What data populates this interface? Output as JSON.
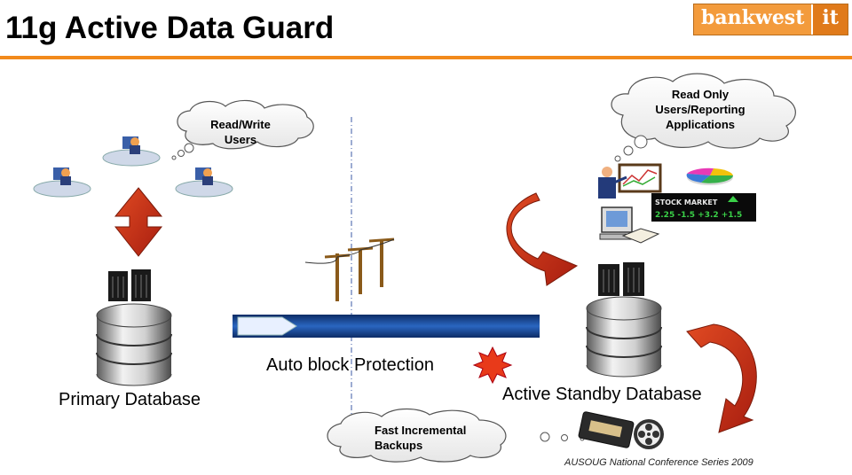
{
  "slide": {
    "title": "11g Active Data Guard",
    "logo": {
      "left": "bankwest",
      "right": "it"
    },
    "footer": "AUSOUG National Conference Series 2009"
  },
  "clouds": {
    "read_write": [
      "Read/Write",
      "Users"
    ],
    "read_only": [
      "Read Only",
      "Users/Reporting",
      "Applications"
    ],
    "backups": [
      "Fast Incremental",
      "Backups"
    ]
  },
  "labels": {
    "primary": "Primary Database",
    "standby": "Active Standby Database",
    "auto_block": "Auto block Protection"
  },
  "ticker": {
    "heading": "STOCK MARKET",
    "values": "2.25  -1.5  +3.2  +1.5"
  },
  "colors": {
    "accent": "#f28a1c",
    "arrow": "#d23a1e",
    "band": "#1d4f9a",
    "logo": "#f39b3c"
  }
}
